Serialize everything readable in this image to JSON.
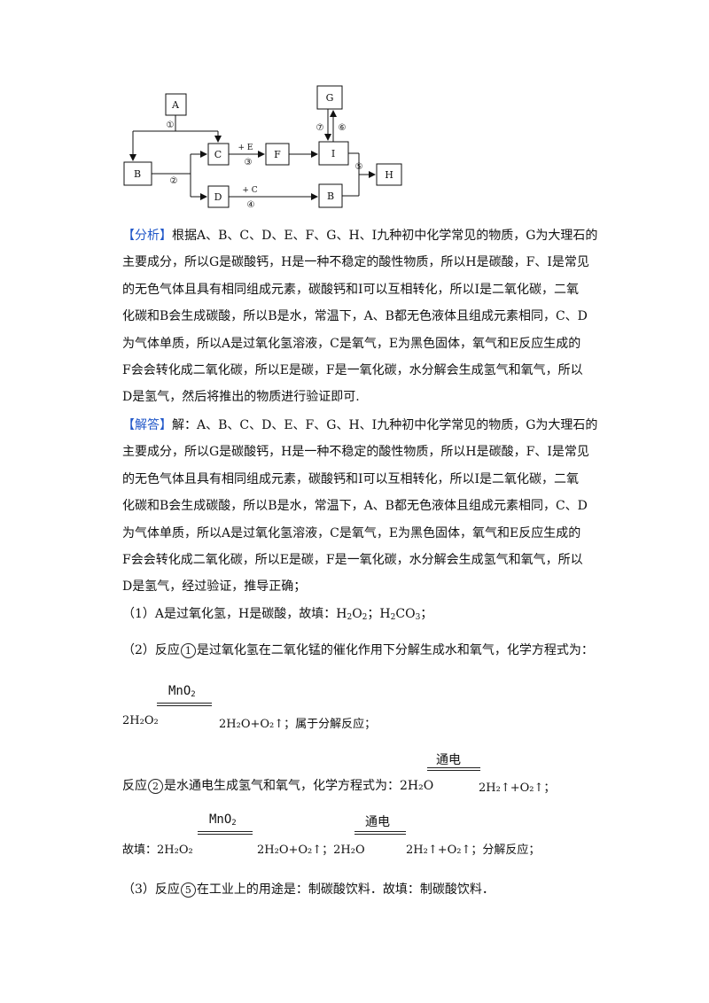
{
  "diagram": {
    "boxes": [
      "A",
      "B",
      "C",
      "D",
      "F",
      "I",
      "B",
      "G",
      "H"
    ],
    "labels": [
      "①",
      "②",
      "+ E",
      "③",
      "+ C",
      "④",
      "⑤",
      "⑥",
      "⑦"
    ]
  },
  "analysis": {
    "tag": "【分析】",
    "lines": [
      "根据A、B、C、D、E、F、G、H、I九种初中化学常见的物质，G为大理石的",
      "主要成分，所以G是碳酸钙，H是一种不稳定的酸性物质，所以H是碳酸，F、I是常见",
      "的无色气体且具有相同组成元素，碳酸钙和I可以互相转化，所以I是二氧化碳，二氧",
      "化碳和B会生成碳酸，所以B是水，常温下，A、B都无色液体且组成元素相同，C、D",
      "为气体单质，所以A是过氧化氢溶液，C是氧气，E为黑色固体，氧气和E反应生成的",
      "F会会转化成二氧化碳，所以E是碳，F是一氧化碳，水分解会生成氢气和氧气，所以",
      "D是氢气，然后将推出的物质进行验证即可."
    ]
  },
  "answer": {
    "tag": "【解答】",
    "lines": [
      "解：A、B、C、D、E、F、G、H、I九种初中化学常见的物质，G为大理石的",
      "主要成分，所以G是碳酸钙，H是一种不稳定的酸性物质，所以H是碳酸，F、I是常见",
      "的无色气体且具有相同组成元素，碳酸钙和I可以互相转化，所以I是二氧化碳，二氧",
      "化碳和B会生成碳酸，所以B是水，常温下，A、B都无色液体且组成元素相同，C、D",
      "为气体单质，所以A是过氧化氢溶液，C是氧气，E为黑色固体，氧气和E反应生成的",
      "F会会转化成二氧化碳，所以E是碳，F是一氧化碳，水分解会生成氢气和氧气，所以",
      "D是氢气，经过验证，推导正确；"
    ]
  },
  "q1": {
    "text": "（1）A是过氧化氢，H是碳酸，故填：",
    "ans1": "H",
    "sub1": "2",
    "mid1": "O",
    "sub2": "2",
    "sep": "；H",
    "sub3": "2",
    "mid2": "CO",
    "sub4": "3",
    "end": "；"
  },
  "q2": {
    "prefix": "（2）反应",
    "num1": "1",
    "text": "是过氧化氢在二氧化锰的催化作用下分解生成水和氧气，化学方程式为：",
    "catalyst": "MnO",
    "catalyst_sub": "2",
    "eq1_left": "2H₂O₂",
    "eq1_right": "2H₂O+O₂↑；属于分解反应；",
    "r2_prefix": "反应",
    "num2": "2",
    "r2_text": "是水通电生成氢气和氧气，化学方程式为：2H₂O",
    "electric": "通电",
    "eq2_right": "2H₂↑+O₂↑；",
    "fill_prefix": "故填：2H₂O₂",
    "fill_mid": "2H₂O+O₂↑；2H₂O",
    "fill_end": "2H₂↑+O₂↑；分解反应；"
  },
  "q3": {
    "prefix": "（3）反应",
    "num": "5",
    "text": "在工业上的用途是：制碳酸饮料．故填：制碳酸饮料．"
  }
}
